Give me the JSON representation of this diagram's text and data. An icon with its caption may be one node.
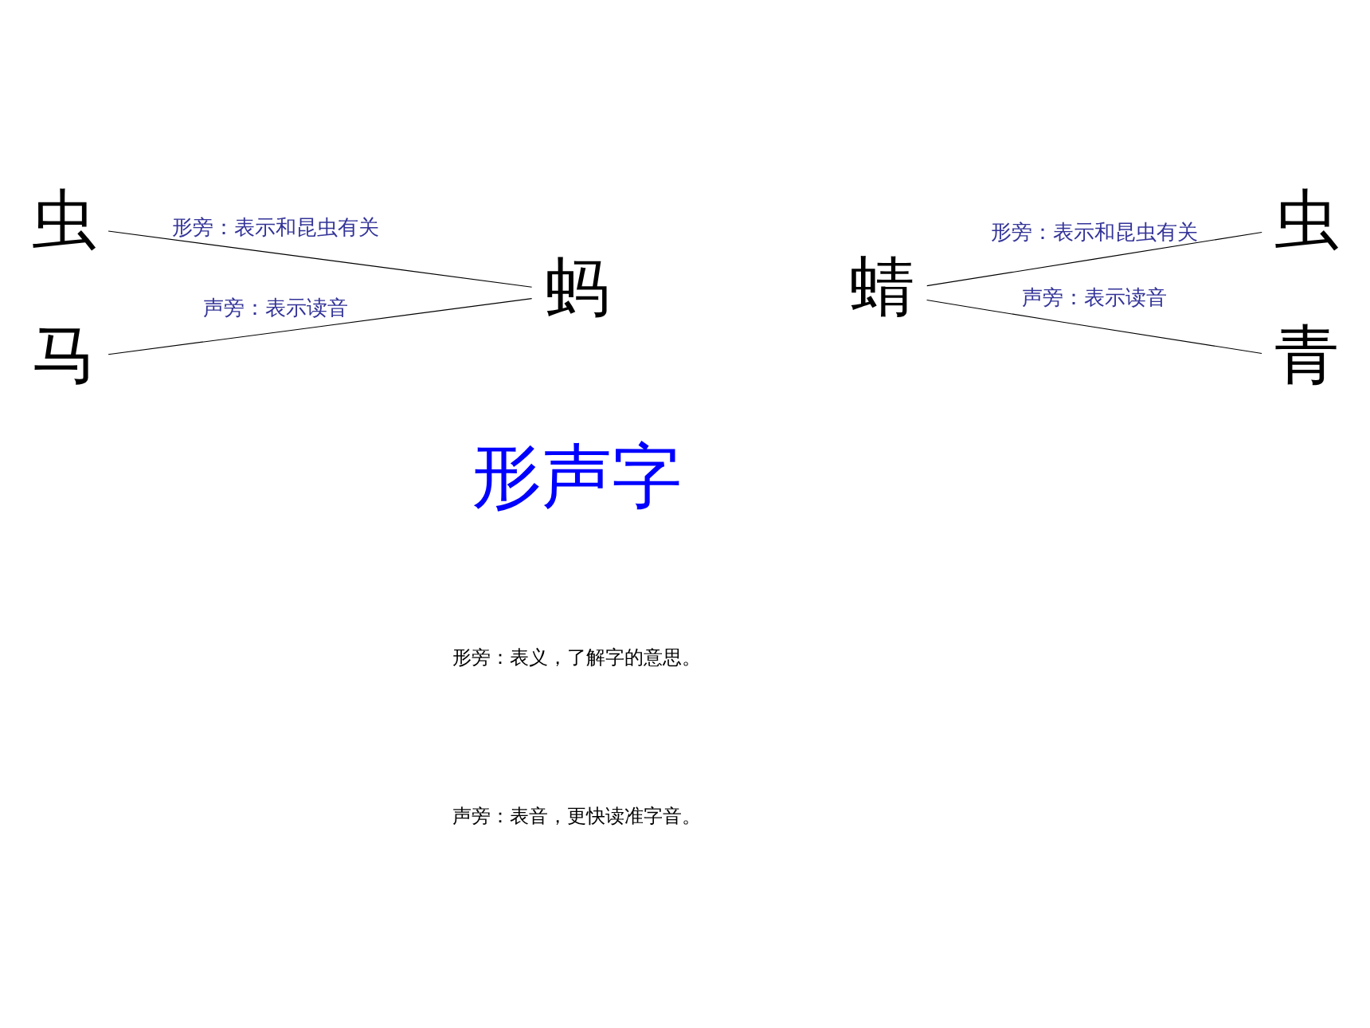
{
  "diagram": {
    "nodes": [
      {
        "text": [
          "虫"
        ]
      },
      {
        "text": [
          "马"
        ]
      },
      {
        "text": [
          "蚂"
        ]
      },
      {
        "text": [
          "蜻"
        ]
      },
      {
        "text": [
          "虫"
        ]
      },
      {
        "text": [
          "青"
        ]
      }
    ],
    "edges": [
      {
        "from": 0,
        "to": 2,
        "arrow": "none",
        "label": "形旁：表示和昆虫有关"
      },
      {
        "from": 1,
        "to": 2,
        "arrow": "none",
        "label": "声旁：表示读音"
      },
      {
        "from": 3,
        "to": 4,
        "arrow": "none",
        "label": "形旁：表示和昆虫有关"
      },
      {
        "from": 3,
        "to": 5,
        "arrow": "none",
        "label": "声旁：表示读音"
      }
    ],
    "labels": [
      "形声字",
      "形旁：表义，了解字的意思。",
      "声旁：表音，更快读准字音。"
    ]
  }
}
